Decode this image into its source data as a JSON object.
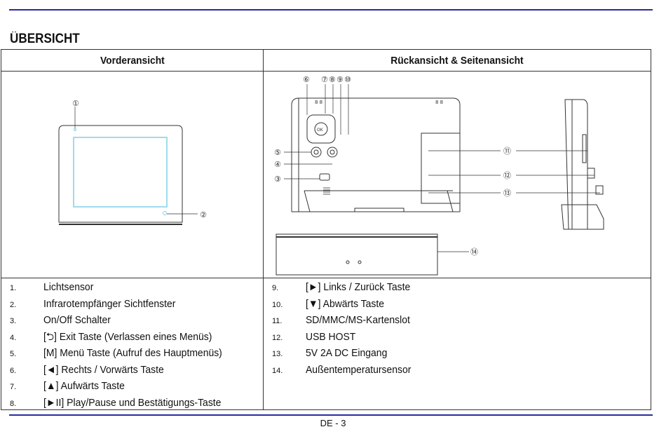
{
  "page": {
    "title": "ÜBERSICHT",
    "footer": "DE - 3"
  },
  "table": {
    "left_header": "Vorderansicht",
    "right_header": "Rückansicht & Seitenansicht"
  },
  "figure": {
    "callouts": [
      "①",
      "②",
      "③",
      "④",
      "⑤",
      "⑥",
      "⑦",
      "⑧",
      "⑨",
      "⑩",
      "⑪",
      "⑫",
      "⑬",
      "⑭"
    ]
  },
  "items_left": [
    {
      "num": "1.",
      "text": "Lichtsensor"
    },
    {
      "num": "2.",
      "text": "Infrarotempfänger Sichtfenster"
    },
    {
      "num": "3.",
      "text": "On/Off Schalter"
    },
    {
      "num": "4.",
      "text": "[⮌] Exit Taste (Verlassen eines Menüs)"
    },
    {
      "num": "5.",
      "text": "[M] Menü Taste (Aufruf des Hauptmenüs)"
    },
    {
      "num": "6.",
      "text": "[◄] Rechts / Vorwärts Taste"
    },
    {
      "num": "7.",
      "text": "[▲] Aufwärts Taste"
    },
    {
      "num": "8.",
      "text": "[►II] Play/Pause und Bestätigungs-Taste"
    }
  ],
  "items_right": [
    {
      "num": "9.",
      "text": "[►] Links / Zurück Taste"
    },
    {
      "num": "10.",
      "text": "[▼] Abwärts Taste"
    },
    {
      "num": "11.",
      "text": "SD/MMC/MS-Kartenslot"
    },
    {
      "num": "12.",
      "text": "USB HOST"
    },
    {
      "num": "13.",
      "text": "5V 2A DC Eingang"
    },
    {
      "num": "14.",
      "text": "Außentemperatursensor"
    }
  ]
}
